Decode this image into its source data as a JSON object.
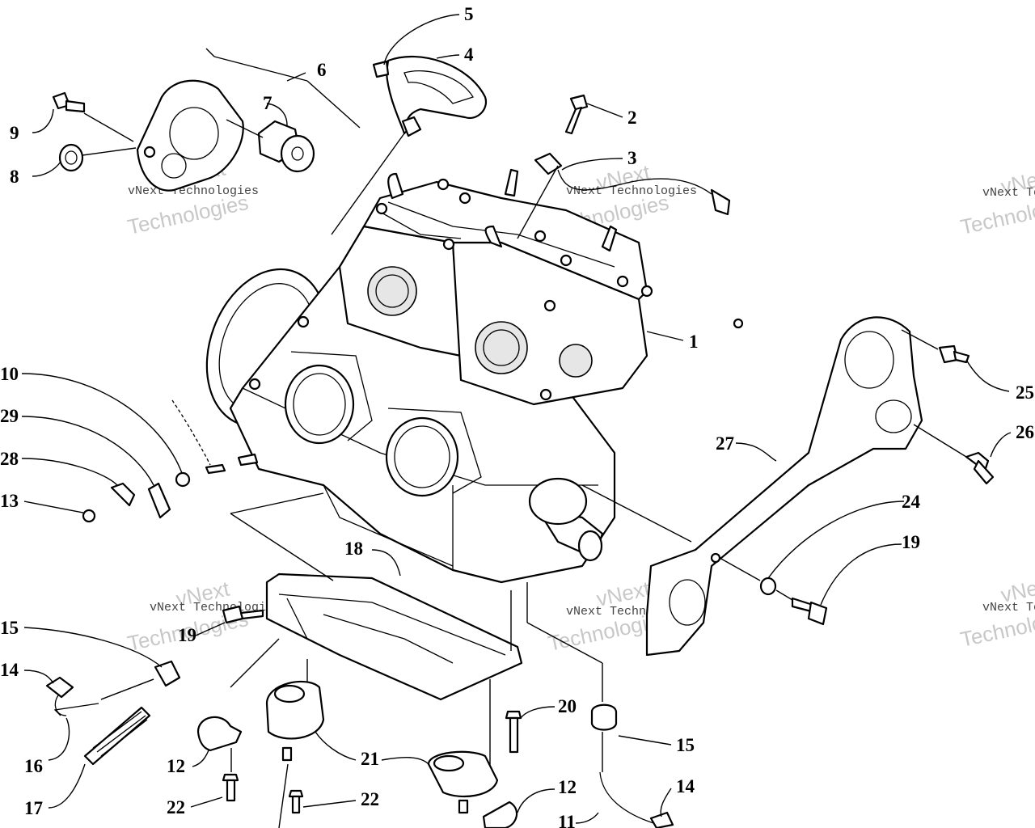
{
  "watermark": {
    "brand_top": "vNext",
    "brand_line": "vNext Technologies",
    "brand_bottom": "Technologies"
  },
  "callouts": {
    "c1": "1",
    "c2": "2",
    "c3": "3",
    "c4": "4",
    "c5": "5",
    "c6": "6",
    "c7": "7",
    "c8": "8",
    "c9": "9",
    "c10": "10",
    "c11": "11",
    "c12a": "12",
    "c12b": "12",
    "c13": "13",
    "c14a": "14",
    "c14b": "14",
    "c15a": "15",
    "c15b": "15",
    "c16": "16",
    "c17": "17",
    "c18": "18",
    "c19a": "19",
    "c19b": "19",
    "c20": "20",
    "c21": "21",
    "c22a": "22",
    "c22b": "22",
    "c24": "24",
    "c25": "25",
    "c26": "26",
    "c27": "27",
    "c28": "28",
    "c29": "29"
  }
}
